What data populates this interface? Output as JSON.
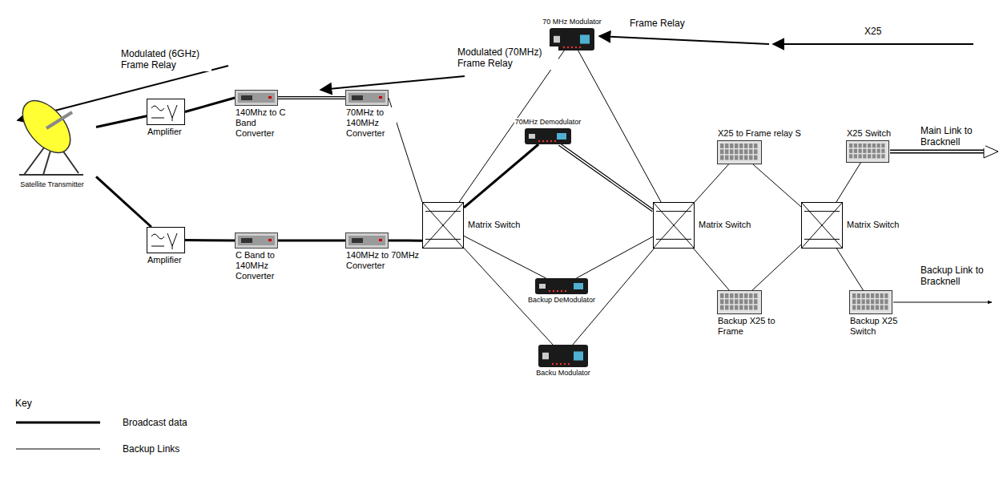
{
  "diagram": {
    "nodes": [
      {
        "text": [
          "Satellite Transmitter"
        ]
      },
      {
        "text": [
          "Amplifier"
        ]
      },
      {
        "text": [
          "140Mhz to C Band Converter"
        ]
      },
      {
        "text": [
          "70MHz to 140MHz Converter"
        ]
      },
      {
        "text": [
          "Amplifier"
        ]
      },
      {
        "text": [
          "C Band to 140MHz Converter"
        ]
      },
      {
        "text": [
          "140MHz to 70MHz Converter"
        ]
      },
      {
        "text": [
          "Matrix Switch"
        ]
      },
      {
        "text": [
          "70 MHz Modulator"
        ]
      },
      {
        "text": [
          "70MHz Demodulator"
        ]
      },
      {
        "text": [
          "Backup DeModulator"
        ]
      },
      {
        "text": [
          "Backu Modulator"
        ]
      },
      {
        "text": [
          "Matrix Switch"
        ]
      },
      {
        "text": [
          "X25 to Frame relay S"
        ]
      },
      {
        "text": [
          "Backup X25 to Frame"
        ]
      },
      {
        "text": [
          "Matrix Switch"
        ]
      },
      {
        "text": [
          "X25 Switch"
        ]
      },
      {
        "text": [
          "Backup X25 Switch"
        ]
      }
    ],
    "edges": [
      {
        "from": 0,
        "to": 1,
        "arrow": "none"
      },
      {
        "from": 0,
        "to": 4,
        "arrow": "none"
      },
      {
        "from": 1,
        "to": 2,
        "arrow": "none"
      },
      {
        "from": 2,
        "to": 3,
        "arrow": "none"
      },
      {
        "from": 3,
        "to": 7,
        "arrow": "none"
      },
      {
        "from": 4,
        "to": 5,
        "arrow": "none"
      },
      {
        "from": 5,
        "to": 6,
        "arrow": "none"
      },
      {
        "from": 6,
        "to": 7,
        "arrow": "none"
      },
      {
        "from": 7,
        "to": 8,
        "arrow": "none"
      },
      {
        "from": 7,
        "to": 9,
        "arrow": "none"
      },
      {
        "from": 7,
        "to": 10,
        "arrow": "none"
      },
      {
        "from": 7,
        "to": 11,
        "arrow": "none"
      },
      {
        "from": 8,
        "to": 12,
        "arrow": "none"
      },
      {
        "from": 9,
        "to": 12,
        "arrow": "none"
      },
      {
        "from": 10,
        "to": 12,
        "arrow": "none"
      },
      {
        "from": 11,
        "to": 12,
        "arrow": "none"
      },
      {
        "from": 12,
        "to": 13,
        "arrow": "none"
      },
      {
        "from": 12,
        "to": 14,
        "arrow": "none"
      },
      {
        "from": 13,
        "to": 15,
        "arrow": "none"
      },
      {
        "from": 14,
        "to": 15,
        "arrow": "none"
      },
      {
        "from": 15,
        "to": 16,
        "arrow": "none"
      },
      {
        "from": 15,
        "to": 17,
        "arrow": "none"
      }
    ],
    "labels": [
      "Modulated (70MHz) Frame Relay",
      "Modulated (6GHz) Frame Relay",
      "Frame Relay",
      "X25",
      "Main Link to Bracknell",
      "Backup Link to Bracknell",
      "Key"
    ],
    "legend": [
      {
        "text": "Broadcast data"
      },
      {
        "text": "Backup Links"
      }
    ]
  }
}
